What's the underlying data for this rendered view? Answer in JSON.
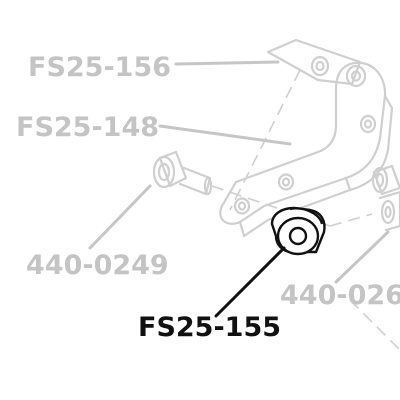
{
  "diagram": {
    "labels": {
      "fs25_156": "FS25-156",
      "fs25_148": "FS25-148",
      "p440_0249": "440-0249",
      "p440_026": "440-026",
      "fs25_155": "FS25-155"
    },
    "colors": {
      "faded": "#c4c4c4",
      "focus": "#111111",
      "background": "#ffffff"
    }
  }
}
